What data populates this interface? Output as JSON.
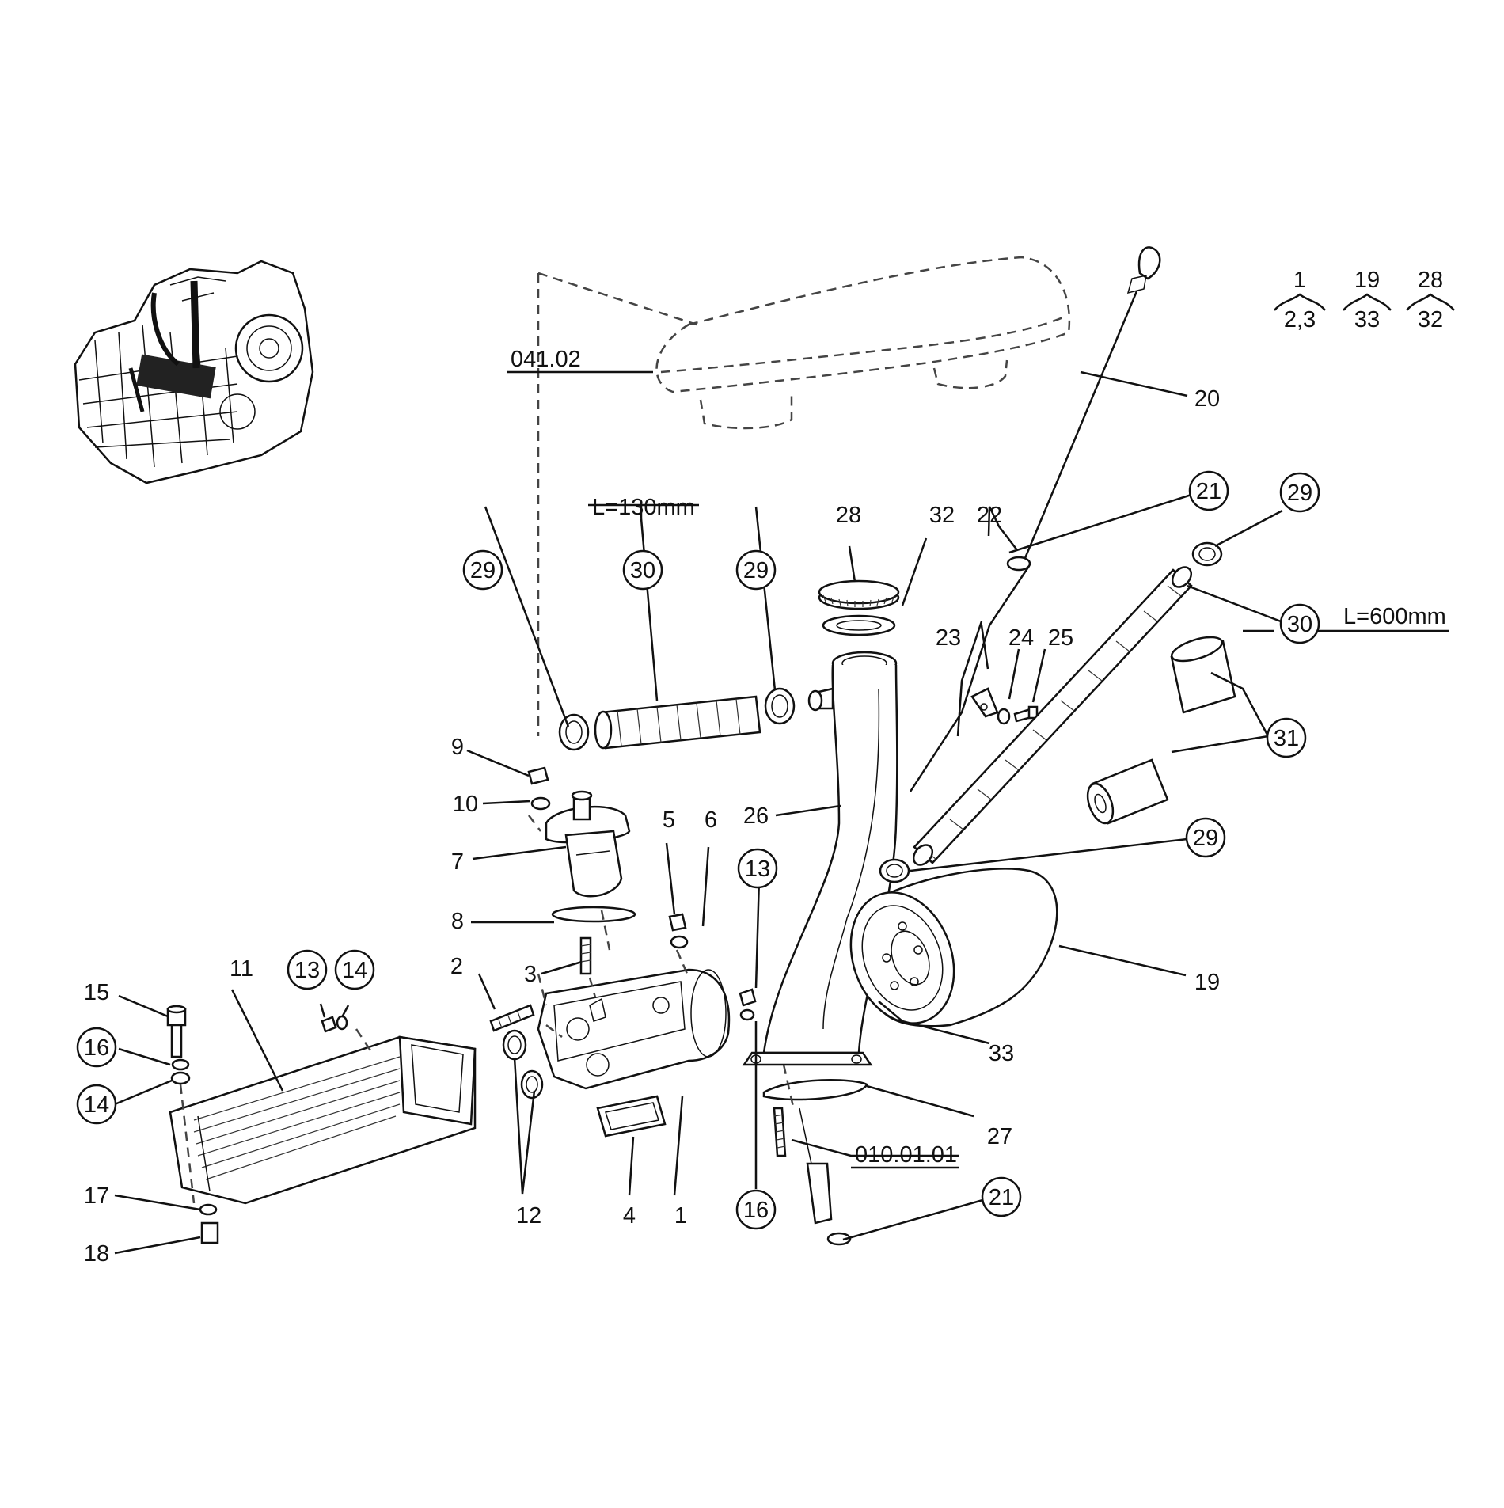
{
  "callouts": {
    "c1": "1",
    "c2": "2",
    "c3": "3",
    "c4": "4",
    "c5": "5",
    "c6": "6",
    "c7": "7",
    "c8": "8",
    "c9": "9",
    "c10": "10",
    "c11": "11",
    "c12": "12",
    "c13a": "13",
    "c13b": "13",
    "c14a": "14",
    "c14b": "14",
    "c15": "15",
    "c16a": "16",
    "c16b": "16",
    "c17": "17",
    "c18": "18",
    "c19": "19",
    "c20": "20",
    "c21a": "21",
    "c21b": "21",
    "c22": "22",
    "c23": "23",
    "c24": "24",
    "c25": "25",
    "c26": "26",
    "c27": "27",
    "c28": "28",
    "c29a": "29",
    "c29b": "29",
    "c29c": "29",
    "c29d": "29",
    "c30a": "30",
    "c30b": "30",
    "c31": "31",
    "c32": "32",
    "c33": "33"
  },
  "refs": {
    "ref_041": "041.02",
    "ref_010": "010.01.01"
  },
  "lengths": {
    "hose_short": "L=130mm",
    "hose_long": "L=600mm"
  },
  "groups": [
    {
      "top": "1",
      "bottom": "2,3"
    },
    {
      "top": "19",
      "bottom": "33"
    },
    {
      "top": "28",
      "bottom": "32"
    }
  ]
}
